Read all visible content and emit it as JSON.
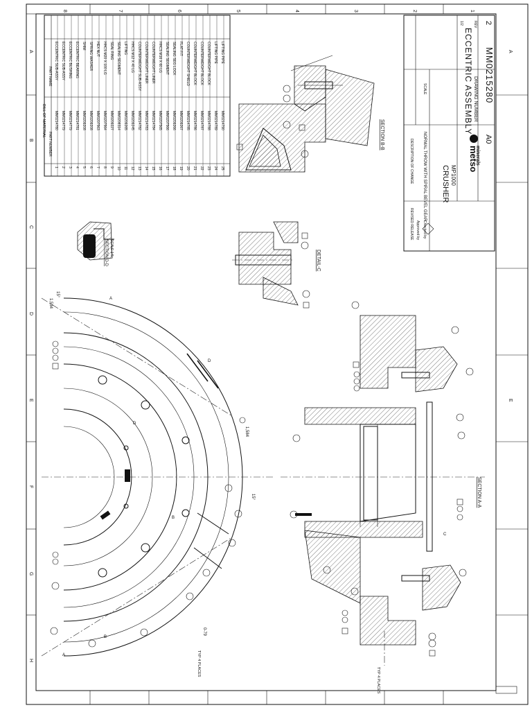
{
  "border": {
    "col_letters": [
      "A",
      "B",
      "C",
      "D",
      "E",
      "F",
      "G",
      "H"
    ],
    "row_numbers": [
      "1",
      "2",
      "3",
      "4",
      "5",
      "6",
      "7",
      "8"
    ]
  },
  "bom": {
    "heading": "BILL OF MATERIAL",
    "col_part_number": "PART NUMBER",
    "col_part_name": "PART NAME",
    "rows": [
      {
        "item": "1",
        "number": "MM0214780",
        "name": "ECCENTRIC SUB-ASSY"
      },
      {
        "item": "2",
        "number": "MM0214779",
        "name": "ECCENTRIC SUB-ASSY"
      },
      {
        "item": "3",
        "number": "MM0214779",
        "name": "ECCENTRIC BUSHING"
      },
      {
        "item": "4",
        "number": "MM0214781",
        "name": "ECCENTRIC BEARING"
      },
      {
        "item": "5",
        "number": "MM0209208",
        "name": "SHIM"
      },
      {
        "item": "6",
        "number": "MM0209208",
        "name": "SPRING WASHER"
      },
      {
        "item": "7",
        "number": "MM0207563",
        "name": "HEX NUT"
      },
      {
        "item": "8",
        "number": "MM0207564",
        "name": "HHCS M20 X 100 LG"
      },
      {
        "item": "9",
        "number": "MM0209227",
        "name": "SEAL RING"
      },
      {
        "item": "10",
        "number": "MM0208314",
        "name": "SEALING SEGMENT"
      },
      {
        "item": "11",
        "number": "MM0209265",
        "name": "LIFTING"
      },
      {
        "item": "12",
        "number": "MM0209245",
        "name": "HHCS M12 X 40 LG"
      },
      {
        "item": "13",
        "number": "MM0214782",
        "name": "COUNTERWEIGHT SUB-ASSY"
      },
      {
        "item": "14",
        "number": "MM0214783",
        "name": "COUNTERWEIGHT LINER"
      },
      {
        "item": "15",
        "number": "MM0214784",
        "name": "COUNTERWEIGHT LINER"
      },
      {
        "item": "16",
        "number": "MM0207565",
        "name": "HHCS M16 X 60 LG"
      },
      {
        "item": "17",
        "number": "MM0207566",
        "name": "SEALING SEGMENT"
      },
      {
        "item": "18",
        "number": "MM0209266",
        "name": "SEALING SEG LOCK"
      },
      {
        "item": "19",
        "number": "MM0209267",
        "name": "FLAT FIT"
      },
      {
        "item": "20",
        "number": "MM0214785",
        "name": "COUNTERWEIGHT SHIELD"
      },
      {
        "item": "21",
        "number": "MM0214786",
        "name": "COUNTERWEIGHT BLOCK"
      },
      {
        "item": "22",
        "number": "MM0214787",
        "name": "COUNTERWEIGHT BLOCK"
      },
      {
        "item": "23",
        "number": "MM0214788",
        "name": "COUNTERWEIGHT BLOCK"
      },
      {
        "item": "24",
        "number": "MM0214789",
        "name": "LIFTING PIPE"
      },
      {
        "item": "25",
        "number": "MM0214790",
        "name": "LIFTING PIPE"
      }
    ]
  },
  "title_block": {
    "title": "ECCENTRIC ASSEMBLY",
    "drawing_number_label": "DRAWING NUMBER",
    "drawing_number": "MM0215280",
    "size": "A0",
    "rev": "2",
    "rev_label": "REV",
    "product": "CRUSHER",
    "model": "MP1000",
    "company": "metso",
    "company_sub": "minerals",
    "description": "NORMAL THROW WITH SPIRAL BEVEL GEAR",
    "revision_header": "REVISED RELEASE",
    "description_of_change": "DESCRIPTION OF CHANGE",
    "checked_by": "Checked by",
    "approved_by": "Approved by",
    "scale_label": "SCALE",
    "sheet": "1/2"
  },
  "views": {
    "section_b": "SECTION B-B",
    "section_d": "SECTION D-D",
    "section_d_scale": "SCALE 1:5",
    "detail_c": "DETAIL-C",
    "section_a": "SECTION A-A",
    "dim_a": "1,584",
    "dim_b": "1,584",
    "angle_a": "15°",
    "angle_b": "15°",
    "dim_c": "0-79",
    "bottom_note_a": "TYP 4 PLACES",
    "bottom_note_b": "TYP 4 PLACES",
    "cut_a": "A",
    "cut_b": "B",
    "cut_c": "C",
    "cut_d": "D"
  }
}
